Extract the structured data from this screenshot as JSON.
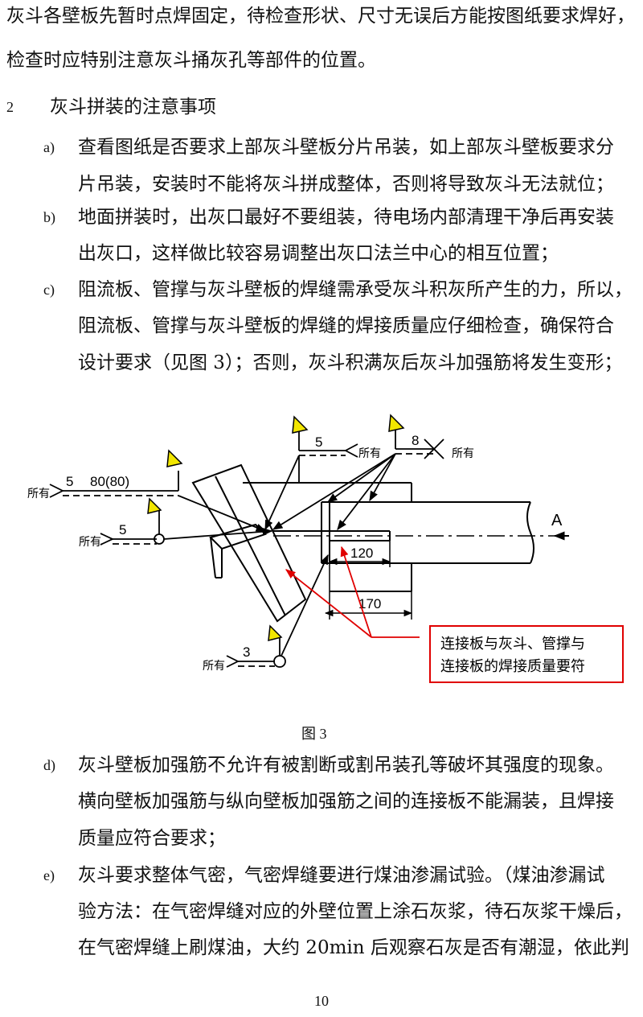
{
  "intro": [
    "灰斗各壁板先暂时点焊固定，待检查形状、尺寸无误后方能按图纸要求焊好，",
    "检查时应特别注意灰斗捅灰孔等部件的位置。"
  ],
  "section": {
    "number": "2",
    "title": "灰斗拼装的注意事项"
  },
  "items_before": [
    {
      "marker": "a)",
      "lines": [
        "查看图纸是否要求上部灰斗壁板分片吊装，如上部灰斗壁板要求分",
        "片吊装，安装时不能将灰斗拼成整体，否则将导致灰斗无法就位；"
      ]
    },
    {
      "marker": "b)",
      "lines": [
        "地面拼装时，出灰口最好不要组装，待电场内部清理干净后再安装",
        "出灰口，这样做比较容易调整出灰口法兰中心的相互位置；"
      ]
    },
    {
      "marker": "c)",
      "lines": [
        "阻流板、管撑与灰斗壁板的焊缝需承受灰斗积灰所产生的力，所以，",
        "阻流板、管撑与灰斗壁板的焊缝的焊接质量应仔细检查，确保符合",
        "设计要求（见图 3）；否则，灰斗积满灰后灰斗加强筋将发生变形；"
      ]
    }
  ],
  "figure": {
    "caption": "图 3",
    "callout_lines": [
      "连接板与灰斗、管撑与",
      "连接板的焊接质量要符"
    ],
    "labels": {
      "all_around": "所有",
      "weld_5": "5",
      "weld_8": "8",
      "weld_3": "3",
      "weld_80": "80(80)",
      "dim_120": "120",
      "dim_170": "170",
      "view_a": "A"
    },
    "accent_color": "#e00000",
    "flag_fill": "#f2e600"
  },
  "items_after": [
    {
      "marker": "d)",
      "lines": [
        "灰斗壁板加强筋不允许有被割断或割吊装孔等破坏其强度的现象。",
        "横向壁板加强筋与纵向壁板加强筋之间的连接板不能漏装，且焊接",
        "质量应符合要求；"
      ]
    },
    {
      "marker": "e)",
      "lines": [
        "灰斗要求整体气密，气密焊缝要进行煤油渗漏试验。（煤油渗漏试",
        "验方法：在气密焊缝对应的外壁位置上涂石灰浆，待石灰浆干燥后，",
        "在气密焊缝上刷煤油，大约 20min 后观察石灰是否有潮湿，依此判"
      ]
    }
  ],
  "page_number": "10"
}
